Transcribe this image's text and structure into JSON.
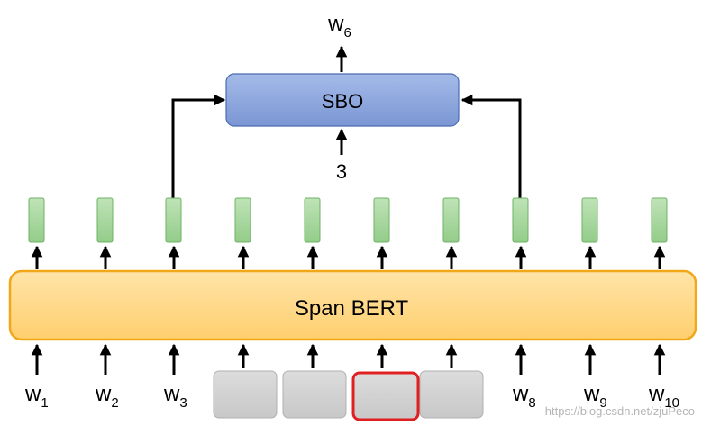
{
  "diagram": {
    "sbo_label": "SBO",
    "model_label": "Span BERT",
    "output_word": {
      "base": "w",
      "sub": "6"
    },
    "position_label": "3",
    "input_words": [
      {
        "base": "w",
        "sub": "1"
      },
      {
        "base": "w",
        "sub": "2"
      },
      {
        "base": "w",
        "sub": "3"
      },
      {
        "base": "w",
        "sub": "8"
      },
      {
        "base": "w",
        "sub": "9"
      },
      {
        "base": "w",
        "sub": "10"
      }
    ],
    "masked_token_count": 4,
    "watermark": "https://blog.csdn.net/zjuPeco"
  },
  "colors": {
    "sbo_fill": "#8ea8de",
    "sbo_stroke": "#4a6bb3",
    "bert_fill": "#ffd88a",
    "bert_stroke": "#f0a818",
    "hidden_fill": "#a8d8a0",
    "hidden_stroke": "#6cb365",
    "mask_fill": "#d3d3d3",
    "mask_stroke": "#b0b0b0",
    "highlight_stroke": "#e02020"
  }
}
